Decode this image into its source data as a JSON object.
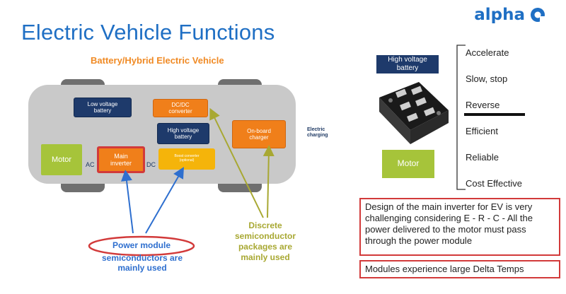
{
  "slide": {
    "title": "Electric Vehicle Functions",
    "subtitle": "Battery/Hybrid Electric Vehicle",
    "logo_text": "alpha"
  },
  "diagram": {
    "low_voltage_battery": "Low voltage\nbattery",
    "dcdc_converter": "DC/DC\nconverter",
    "high_voltage_battery": "High voltage\nbattery",
    "onboard_charger": "On-board\ncharger",
    "electric_charging": "Electric\ncharging",
    "motor": "Motor",
    "ac_label": "AC",
    "main_inverter": "Main\ninverter",
    "dc_label": "DC",
    "boost_converter": "Boost converter\n(optional)",
    "power_module_callout": "Power module",
    "semiconductors_callout": "semiconductors are\nmainly used",
    "discrete_callout": "Discrete\nsemiconductor\npackages are\nmainly used"
  },
  "right_panel": {
    "high_voltage_battery": "High voltage\nbattery",
    "motor": "Motor",
    "functions": [
      "Accelerate",
      "Slow, stop",
      "Reverse",
      "Efficient",
      "Reliable",
      "Cost Effective"
    ],
    "design_note": "Design of the main inverter for EV is very challenging considering E - R - C - All the power delivered to the motor must pass through the power module",
    "modules_note": "Modules experience large Delta Temps"
  },
  "colors": {
    "title_blue": "#1f6fc4",
    "subtitle_orange": "#f08a24",
    "navy": "#1e3a6b",
    "orange": "#f07f1a",
    "green": "#a6c43a",
    "red_outline": "#d23a3a",
    "callout_blue": "#2e6fcf",
    "callout_olive": "#a8a832"
  }
}
